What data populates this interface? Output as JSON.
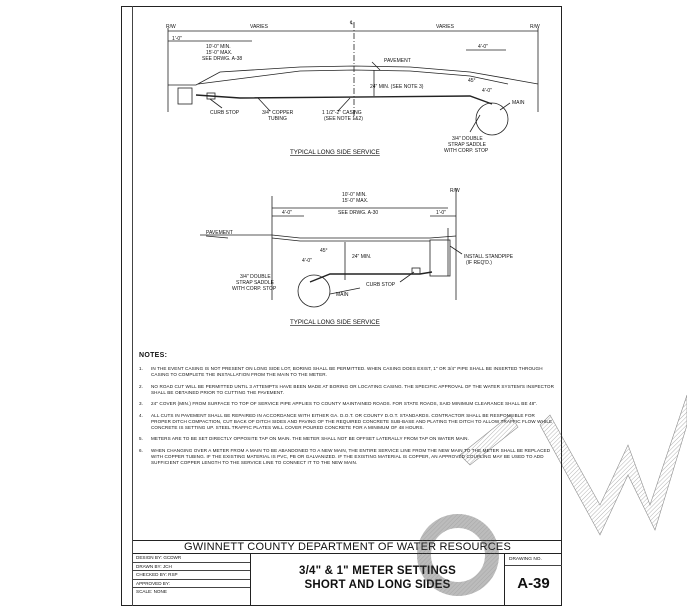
{
  "diagram_top": {
    "rw_left": "R/W",
    "rw_right": "R/W",
    "varies_left": "VARIES",
    "varies_right": "VARIES",
    "centerline": "℄",
    "dim_1ft": "1'-0\"",
    "dim_min_line1": "10'-0\" MIN.",
    "dim_min_line2": "15'-0\" MAX.",
    "dim_min_line3": "SEE DRWG. A-38",
    "dim_4ft": "4'-0\"",
    "pavement": "PAVEMENT",
    "cover": "24\" MIN. (SEE NOTE 3)",
    "angle": "45°",
    "dim_4ft_b": "4'-0\"",
    "main": "MAIN",
    "curb_stop": "CURB STOP",
    "copper_tubing_1": "3/4\" COPPER",
    "copper_tubing_2": "TUBING",
    "casing_1": "1 1/2\"-2\" CASING",
    "casing_2": "(SEE NOTE 1&2)",
    "saddle_1": "3/4\" DOUBLE",
    "saddle_2": "STRAP SADDLE",
    "saddle_3": "WITH CORP. STOP",
    "caption": "TYPICAL LONG SIDE SERVICE"
  },
  "diagram_bottom": {
    "rw": "R/W",
    "dim_min_line1": "10'-0\" MIN.",
    "dim_min_line2": "15'-0\" MAX.",
    "dim_min_line3": "SEE DRWG. A-30",
    "dim_4ft": "4'-0\"",
    "dim_1ft": "1'-0\"",
    "pavement": "PAVEMENT",
    "angle": "45°",
    "dim_4ft_b": "4'-0\"",
    "cover": "24\" MIN.",
    "standpipe_1": "INSTALL STANDPIPE",
    "standpipe_2": "(IF REQ'D.)",
    "saddle_1": "3/4\" DOUBLE",
    "saddle_2": "STRAP SADDLE",
    "saddle_3": "WITH CORP. STOP",
    "curb_stop": "CURB STOP",
    "main": "MAIN",
    "caption": "TYPICAL LONG SIDE SERVICE"
  },
  "notes": {
    "title": "NOTES:",
    "items": [
      {
        "num": "1.",
        "text": "IN THE EVENT CASING IS NOT PRESENT ON LONG SIDE LOT, BORING SHALL BE PERMITTED. WHEN CASING DOES EXIST, 1\" OR 3/4\" PIPE SHALL BE INSERTED THROUGH CASING TO COMPLETE THE INSTALLATION FROM THE MAIN TO THE METER."
      },
      {
        "num": "2.",
        "text": "NO ROAD CUT WILL BE PERMITTED UNTIL 3 ATTEMPTS HAVE BEEN MADE AT BORING OR LOCATING CASING. THE SPECIFIC APPROVAL OF THE WATER SYSTEM'S INSPECTOR SHALL BE OBTAINED PRIOR TO CUTTING THE PAVEMENT."
      },
      {
        "num": "3.",
        "text": "24\" COVER (MIN.) FROM SURFACE TO TOP OF SERVICE PIPE APPLIES TO COUNTY MAINTAINED ROADS. FOR STATE ROADS, SAID MINIMUM CLEARANCE SHALL BE 48\"."
      },
      {
        "num": "4.",
        "text": "ALL CUTS IN PAVEMENT SHALL BE REPAIRED IN ACCORDANCE WITH EITHER GA. D.O.T. OR COUNTY D.O.T. STANDARDS. CONTRACTOR SHALL BE RESPONSIBLE FOR PROPER DITCH COMPACTION, CUT BACK OF DITCH SIDES AND PAVING OF THE REQUIRED CONCRETE SUB-BASE AND PLATING THE DITCH TO ALLOW TRAFFIC FLOW WHILE CONCRETE IS SETTING UP. STEEL TRAFFIC PLATES WILL COVER POURED CONCRETE FOR A MINIMUM OF 48 HOURS."
      },
      {
        "num": "5.",
        "text": "METERS ARE TO BE SET DIRECTLY OPPOSITE TAP ON MAIN. THE METER SHALL NOT BE OFFSET LATERALLY FROM TAP ON WATER MAIN."
      },
      {
        "num": "6.",
        "text": "WHEN CHANGING OVER A METER FROM A MAIN TO BE ABANDONED TO A NEW MAIN, THE ENTIRE SERVICE LINE FROM THE NEW MAIN TO THE METER SHALL BE REPLACED WITH COPPER TUBING. IF THE EXISTING MATERIAL IS PVC, PB OR GALVANIZED. IF THE EXISTING MATERIAL IS COPPER, AN APPROVED COUPLING MAY BE USED TO ADD SUFFICIENT COPPER LENGTH TO THE SERVICE LINE TO CONNECT IT TO THE NEW MAIN."
      }
    ]
  },
  "title_band": "GWINNETT COUNTY DEPARTMENT OF WATER RESOURCES",
  "title_block": {
    "design_by": "DESIGN BY: GCDWR",
    "drawn_by": "DRAWN BY: JCH",
    "checked_by": "CHECKED BY: RSP",
    "approved_by": "APPROVED BY:",
    "scale": "SCALE: NONE",
    "title_line1": "3/4\" & 1\" METER SETTINGS",
    "title_line2": "SHORT AND LONG SIDES",
    "drawing_no_label": "DRAWING NO.",
    "drawing_no": "A-39"
  }
}
